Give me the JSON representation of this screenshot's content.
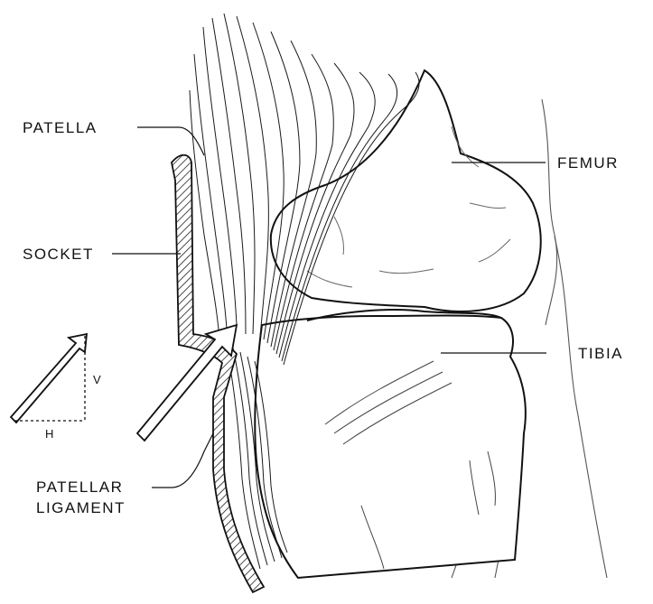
{
  "labels": {
    "patella": "PATELLA",
    "femur": "FEMUR",
    "socket": "SOCKET",
    "tibia": "TIBIA",
    "patellar_ligament_line1": "PATELLAR",
    "patellar_ligament_line2": "LIGAMENT",
    "vector_v": "V",
    "vector_h": "H"
  },
  "colors": {
    "ink": "#111111",
    "paper": "#ffffff",
    "hatch": "#333333"
  }
}
